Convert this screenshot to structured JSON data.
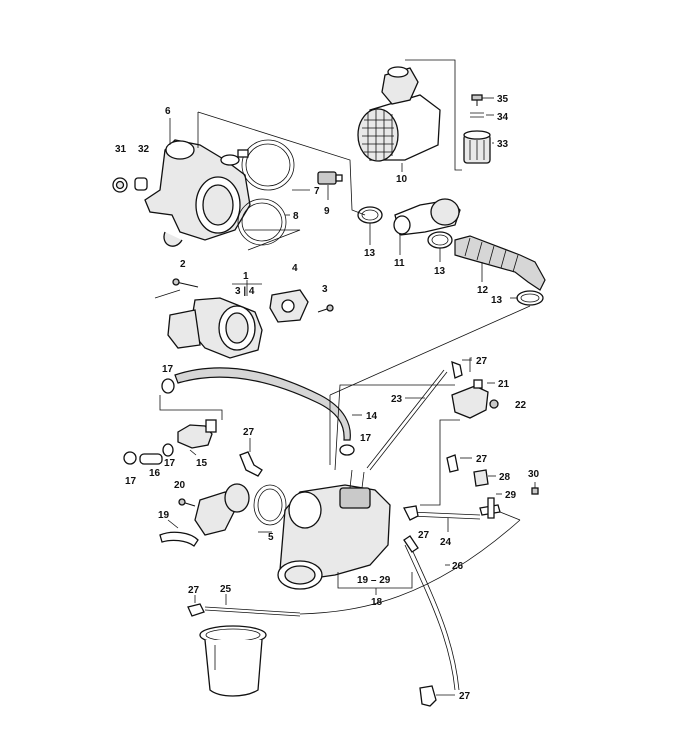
{
  "labels": {
    "l1": "1",
    "l2": "2",
    "l3": "3",
    "l4": "4",
    "l3_4": "3 | 4",
    "l5": "5",
    "l6": "6",
    "l7": "7",
    "l8": "8",
    "l9": "9",
    "l10": "10",
    "l11": "11",
    "l12": "12",
    "l13a": "13",
    "l13b": "13",
    "l13c": "13",
    "l14": "14",
    "l15": "15",
    "l16": "16",
    "l17a": "17",
    "l17b": "17",
    "l17c": "17",
    "l17d": "17",
    "l18": "18",
    "l19": "19",
    "l19_29": "19 – 29",
    "l20": "20",
    "l21": "21",
    "l22": "22",
    "l23": "23",
    "l24": "24",
    "l25": "25",
    "l26": "26",
    "l27a": "27",
    "l27b": "27",
    "l27c": "27",
    "l27d": "27",
    "l27e": "27",
    "l27f": "27",
    "l28": "28",
    "l29": "29",
    "l30": "30",
    "l31": "31",
    "l32": "32",
    "l33": "33",
    "l34": "34",
    "l35": "35"
  },
  "colors": {
    "ink": "#111111",
    "shade": "#e9e9e9",
    "background": "#ffffff"
  }
}
